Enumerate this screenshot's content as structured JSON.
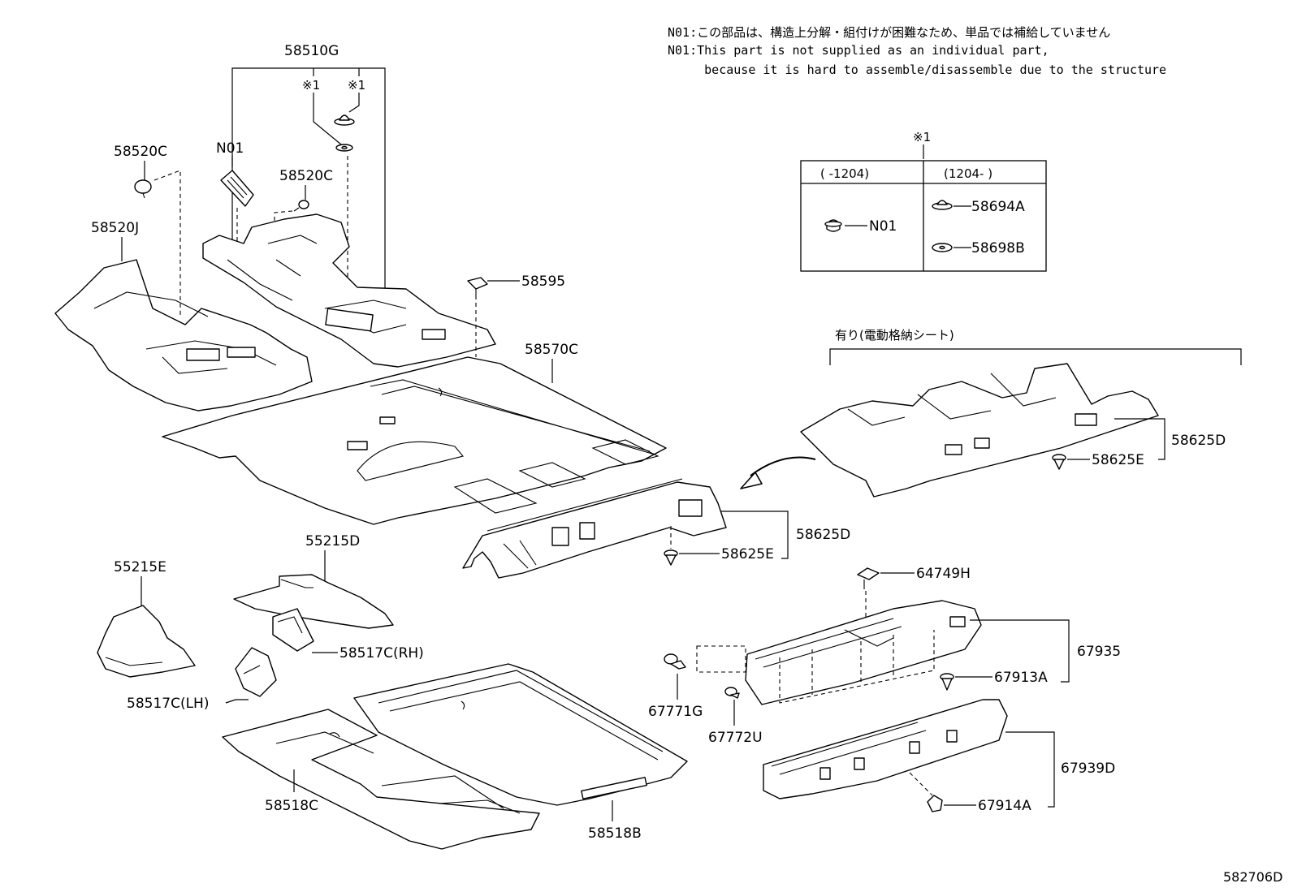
{
  "notes": {
    "line1": "N01:この部品は、構造上分解・組付けが困難なため、単品では補給していません",
    "line2": "N01:This part is not supplied as an individual part,",
    "line3": "     because it is hard to assemble/disassemble due to the structure"
  },
  "table": {
    "mark": "※1",
    "col1": "(    -1204)",
    "col2": "(1204-    )",
    "n01": "N01",
    "part_a": "58694A",
    "part_b": "58698B"
  },
  "power_seat_label": "有り(電動格納シート)",
  "labels": {
    "p58510G": "58510G",
    "mark1a": "※1",
    "mark1b": "※1",
    "p58520C_a": "58520C",
    "n01": "N01",
    "p58520C_b": "58520C",
    "p58520J": "58520J",
    "p58595": "58595",
    "p58570C": "58570C",
    "p58625D_a": "58625D",
    "p58625E_a": "58625E",
    "p58625D_b": "58625D",
    "p58625E_b": "58625E",
    "p55215D": "55215D",
    "p55215E": "55215E",
    "p58517C_rh": "58517C(RH)",
    "p58517C_lh": "58517C(LH)",
    "p64749H": "64749H",
    "p67935": "67935",
    "p67913A": "67913A",
    "p67771G": "67771G",
    "p67772U": "67772U",
    "p67939D": "67939D",
    "p67914A": "67914A",
    "p58518C": "58518C",
    "p58518B": "58518B"
  },
  "figure_id": "582706D"
}
